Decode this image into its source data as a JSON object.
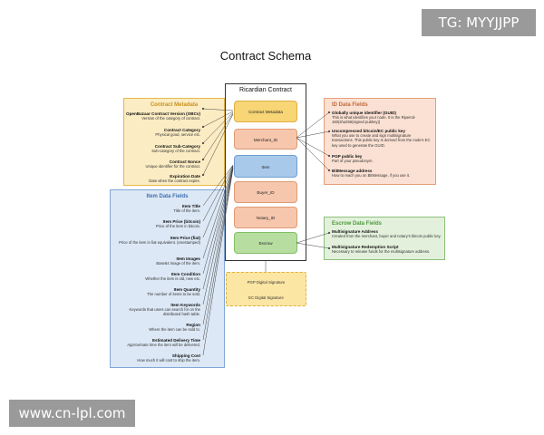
{
  "watermarks": {
    "top": "TG: MYYJJPP",
    "bottom": "www.cn-lpl.com"
  },
  "title": "Contract Schema",
  "center": {
    "title": "Ricardian Contract",
    "blocks": [
      "Contract Metadata",
      "Merchant_ID",
      "Item",
      "Buyer_ID",
      "Notary_ID",
      "Escrow"
    ],
    "signatures": [
      "PGP Digital Signature",
      "EC Digital Signature"
    ]
  },
  "metadata": {
    "title": "Contract Metadata",
    "fields": [
      {
        "name": "OpenBazaar Contract Version (OBCv)",
        "desc": "Version of the category of contract."
      },
      {
        "name": "Contract Category",
        "desc": "Physical good, service etc."
      },
      {
        "name": "Contract Sub-Category",
        "desc": "Sub-category of the contract."
      },
      {
        "name": "Contract Nonce",
        "desc": "Unique identifier for the contract."
      },
      {
        "name": "Expiration Date",
        "desc": "Date when the contract expire."
      }
    ]
  },
  "item": {
    "title": "Item Data Fields",
    "fields": [
      {
        "name": "Item Title",
        "desc": "Title of the item."
      },
      {
        "name": "Item Price (bitcoin)",
        "desc": "Price of the item in bitcoin."
      },
      {
        "name": "Item Price (fiat)",
        "desc": "Price of the item in fiat equivalent. (enestamped)"
      },
      {
        "name": "Item Images",
        "desc": "Base64 image of the item."
      },
      {
        "name": "Item Condition",
        "desc": "Whether the item is old, new etc."
      },
      {
        "name": "Item Quantity",
        "desc": "The number of items to be sold."
      },
      {
        "name": "Item Keywords",
        "desc": "Keywords that users can search for on the distributed hash table."
      },
      {
        "name": "Region",
        "desc": "Where the item can be sold to."
      },
      {
        "name": "Estimated Delivery Time",
        "desc": "Approximate time the item will be delivered."
      },
      {
        "name": "Shipping Cost",
        "desc": "How much it will cost to ship the item."
      }
    ]
  },
  "id": {
    "title": "ID Data Fields",
    "fields": [
      {
        "name": "Globally unique identifier (GUID)",
        "desc": "This is what identifies your node. It is the Ripemd-160(sha256(signed pubkey))"
      },
      {
        "name": "Uncompressed bitcoin/EC public key",
        "desc": "What you use to create and sign multisignature transactions. This public key is derived from the node's EC key used to generate the GUID."
      },
      {
        "name": "PGP public key",
        "desc": "Part of your pseudonym."
      },
      {
        "name": "BitMessage address",
        "desc": "How to reach you on BitMessage, if you use it."
      }
    ]
  },
  "escrow": {
    "title": "Escrow Data Fields",
    "fields": [
      {
        "name": "Multisignature Address",
        "desc": "Created from the merchant, buyer and notary's bitcoin public key."
      },
      {
        "name": "Multisignature Redemption Script",
        "desc": "Necessary to release funds for the multisignature address."
      }
    ]
  },
  "colors": {
    "metadata_fill": "#fbecc3",
    "metadata_border": "#e5b84c",
    "item_fill": "#dce8f5",
    "item_border": "#7fa6d6",
    "id_fill": "#fbe1d3",
    "id_border": "#e6a07a",
    "escrow_fill": "#e3f1dc",
    "escrow_border": "#8bc07a"
  }
}
